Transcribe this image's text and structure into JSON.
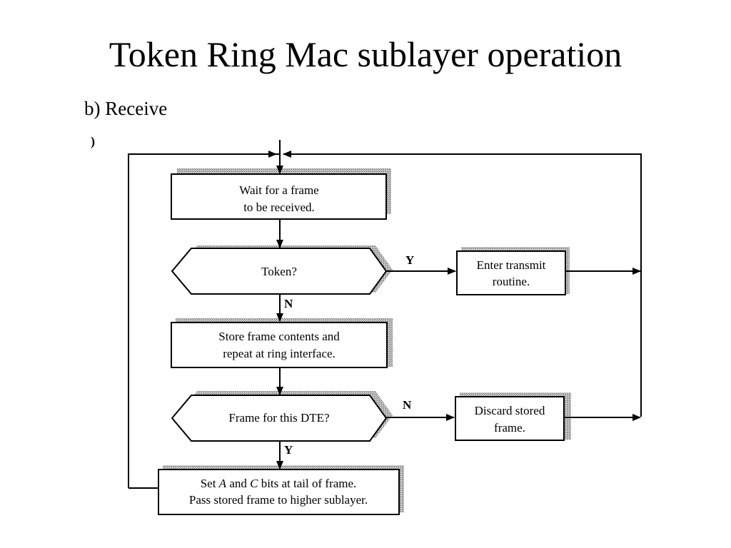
{
  "slide": {
    "title": "Token Ring Mac sublayer operation",
    "subtitle": "b) Receive",
    "mark": ")"
  },
  "flowchart": {
    "wait_box": [
      "Wait for a frame",
      "to be received."
    ],
    "token_decision": "Token?",
    "transmit_box": [
      "Enter transmit",
      "routine."
    ],
    "store_box": [
      "Store frame contents and",
      "repeat at ring interface."
    ],
    "frame_decision": "Frame for this DTE?",
    "discard_box": [
      "Discard stored",
      "frame."
    ],
    "set_box_line1": {
      "a": "Set ",
      "b": "A",
      "c": " and ",
      "d": "C",
      "e": " bits at tail of frame."
    },
    "set_box_line2": "Pass stored frame to higher sublayer.",
    "labels": {
      "token_yes": "Y",
      "token_no": "N",
      "frame_no": "N",
      "frame_yes": "Y"
    }
  }
}
